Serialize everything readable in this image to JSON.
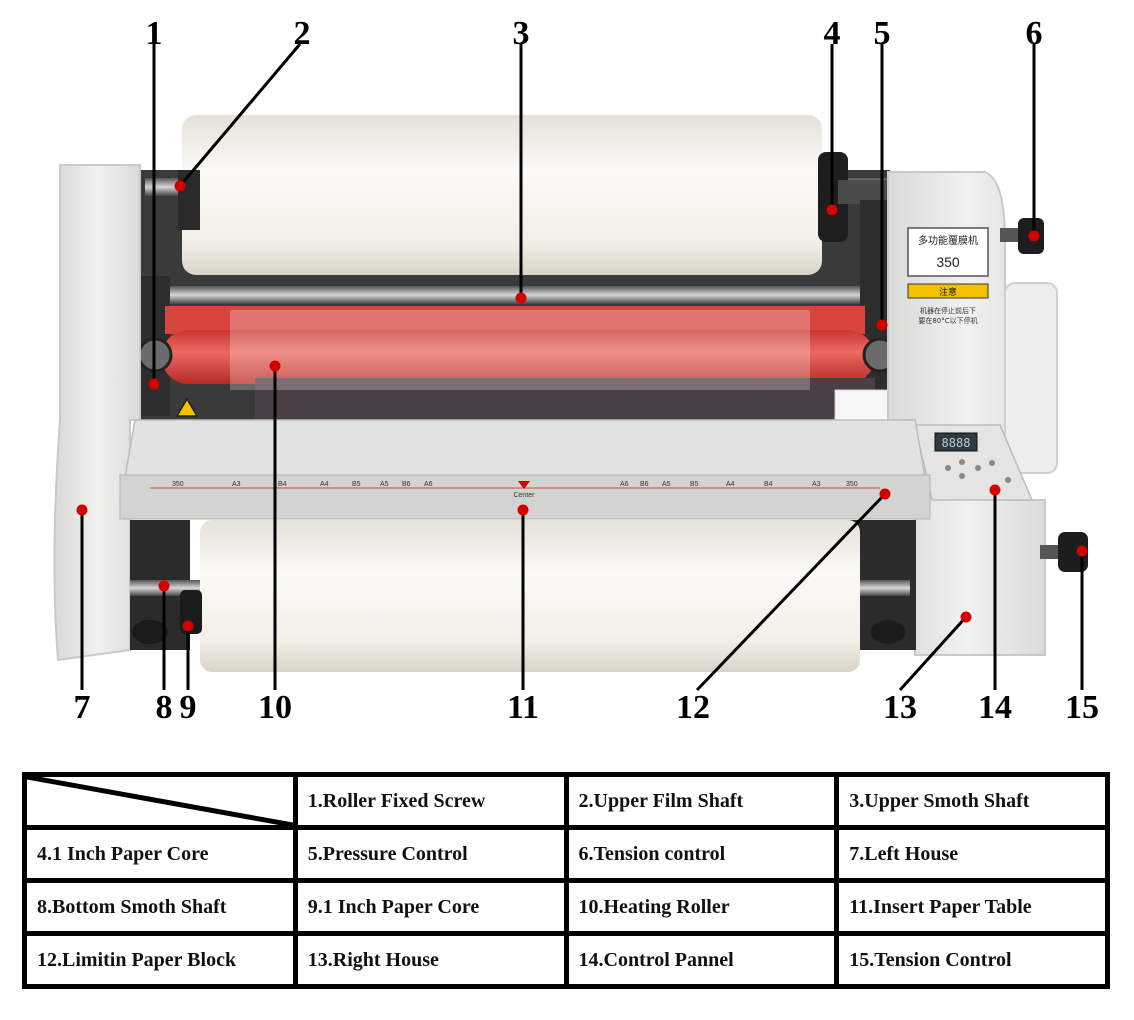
{
  "callouts": [
    {
      "num": "1",
      "label": "Roller Fixed Screw"
    },
    {
      "num": "2",
      "label": "Upper Film Shaft"
    },
    {
      "num": "3",
      "label": "Upper Smoth Shaft"
    },
    {
      "num": "4",
      "label": "1 Inch Paper Core"
    },
    {
      "num": "5",
      "label": "Pressure Control"
    },
    {
      "num": "6",
      "label": "Tension control"
    },
    {
      "num": "7",
      "label": "Left House"
    },
    {
      "num": "8",
      "label": "Bottom Smoth Shaft"
    },
    {
      "num": "9",
      "label": "1 Inch Paper Core"
    },
    {
      "num": "10",
      "label": "Heating Roller"
    },
    {
      "num": "11",
      "label": "Insert Paper Table"
    },
    {
      "num": "12",
      "label": "Limitin Paper Block"
    },
    {
      "num": "13",
      "label": "Right House"
    },
    {
      "num": "14",
      "label": "Control Pannel"
    },
    {
      "num": "15",
      "label": "Tension Control"
    }
  ],
  "legend": {
    "rows": [
      [
        "",
        "1.Roller Fixed Screw",
        "2.Upper Film Shaft",
        "3.Upper Smoth Shaft"
      ],
      [
        "4.1 Inch Paper Core",
        "5.Pressure Control",
        "6.Tension control",
        "7.Left House"
      ],
      [
        "8.Bottom Smoth Shaft",
        "9.1 Inch Paper Core",
        "10.Heating Roller",
        "11.Insert Paper Table"
      ],
      [
        "12.Limitin Paper Block",
        "13.Right House",
        "14.Control Pannel",
        "15.Tension Control"
      ]
    ]
  },
  "machine": {
    "model_text": "多功能覆膜机",
    "model_number": "350",
    "warning_label": "注意",
    "warning_text_1": "机器在停止前后下",
    "warning_text_2": "要在80°C以下停机",
    "ruler_center_label": "Center",
    "ruler_marks_left": [
      "350",
      "A3",
      "B4",
      "A4",
      "B5",
      "A5",
      "B6",
      "A6"
    ],
    "ruler_marks_right": [
      "A6",
      "B6",
      "A5",
      "B5",
      "A4",
      "B4",
      "A3",
      "350"
    ],
    "display_value": "8888"
  },
  "colors": {
    "dot": "#d40000",
    "roller": "#e2504a",
    "film": "#f4f2ec",
    "body": "#e9e9e7",
    "table": "#dcdcdc"
  }
}
